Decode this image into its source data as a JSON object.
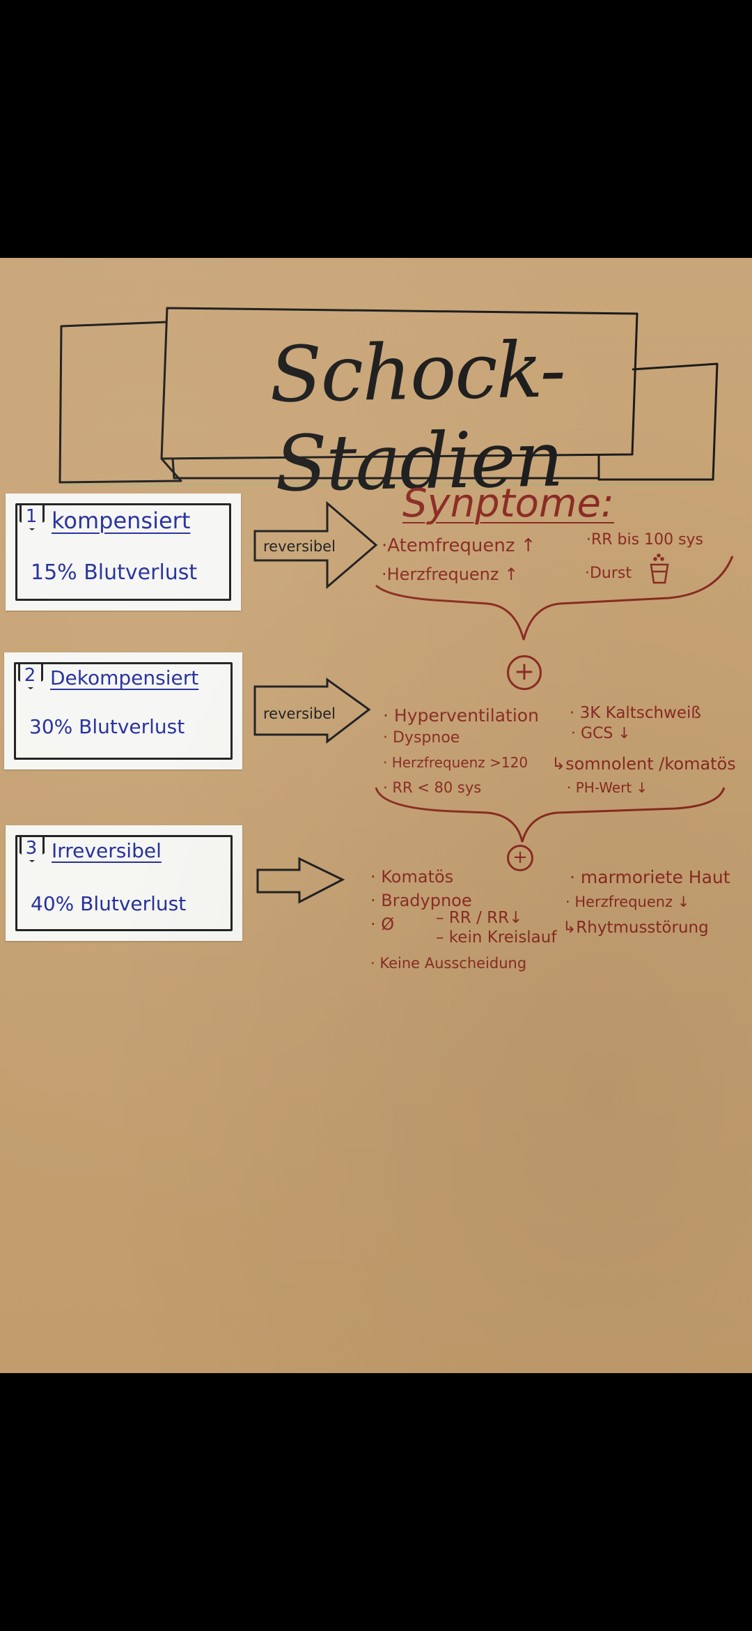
{
  "title": "Schock-Stadien",
  "symptoms_heading": "Synptome:",
  "stages": [
    {
      "number": "1",
      "name": "kompensiert",
      "loss": "15% Blutverlust",
      "arrow_label": "reversibel"
    },
    {
      "number": "2",
      "name": "Dekompensiert",
      "loss": "30% Blutverlust",
      "arrow_label": "reversibel"
    },
    {
      "number": "3",
      "name": "Irreversibel",
      "loss": "40% Blutverlust",
      "arrow_label": ""
    }
  ],
  "symptoms": {
    "stage1": [
      "·Atemfrequenz ↑",
      "·RR bis 100 sys",
      "·Herzfrequenz ↑",
      "·Durst"
    ],
    "stage2": [
      "· Hyperventilation",
      "· 3K Kaltschweiß",
      "· Dyspnoe",
      "· GCS ↓",
      "· Herzfrequenz >120",
      "↳somnolent /komatös",
      "· RR < 80 sys",
      "· PH-Wert ↓"
    ],
    "stage3": [
      "· Komatös",
      "· marmoriete Haut",
      "· Bradypnoe",
      "· Herzfrequenz ↓",
      "· Ø",
      "– RR / RR↓",
      "– kein Kreislauf",
      "↳Rhytmusstörung",
      "· Keine Ausscheidung"
    ]
  },
  "colors": {
    "paper": "#c7a374",
    "blue_ink": "#1f2a9a",
    "red_ink": "#8a2a22",
    "black_ink": "#1b1b1b"
  },
  "icons": [
    "banner-outline",
    "shield-number-icon",
    "right-arrow-icon",
    "curly-brace",
    "plus-circle-icon",
    "cup-icon"
  ]
}
